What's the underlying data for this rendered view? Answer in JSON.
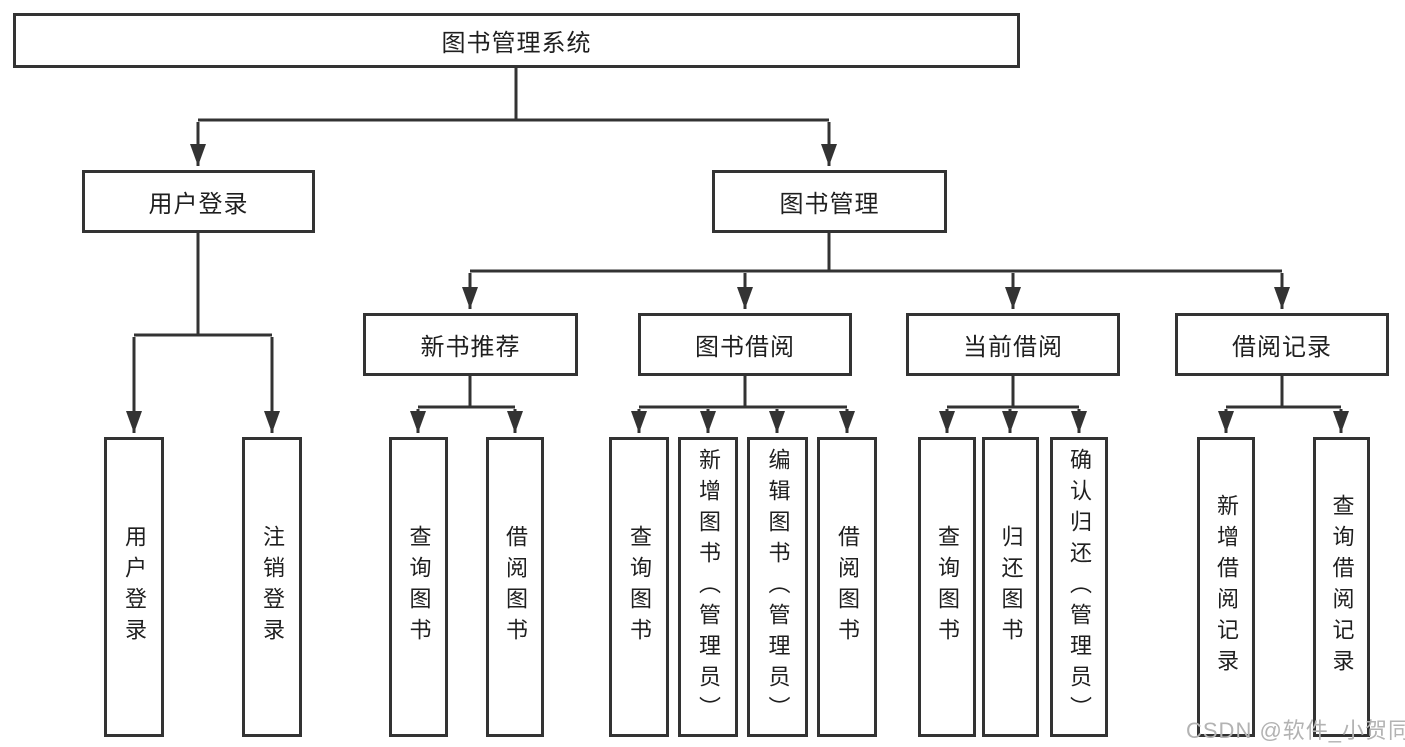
{
  "colors": {
    "line": "#333333",
    "box_border": "#333333",
    "box_bg": "#ffffff",
    "text": "#1f1f1f",
    "watermark": "#b3b3b3",
    "page_bg": "#ffffff"
  },
  "watermark": {
    "text": "CSDN @软件_小贺同学"
  },
  "chart_type": "tree-diagram",
  "tree": {
    "label": "图书管理系统",
    "children": [
      {
        "label": "用户登录",
        "children": [
          {
            "label": "用户登录"
          },
          {
            "label": "注销登录"
          }
        ]
      },
      {
        "label": "图书管理",
        "children": [
          {
            "label": "新书推荐",
            "children": [
              {
                "label": "查询图书"
              },
              {
                "label": "借阅图书"
              }
            ]
          },
          {
            "label": "图书借阅",
            "children": [
              {
                "label": "查询图书"
              },
              {
                "label": "新增图书（管理员）"
              },
              {
                "label": "编辑图书（管理员）"
              },
              {
                "label": "借阅图书"
              }
            ]
          },
          {
            "label": "当前借阅",
            "children": [
              {
                "label": "查询图书"
              },
              {
                "label": "归还图书"
              },
              {
                "label": "确认归还（管理员）"
              }
            ]
          },
          {
            "label": "借阅记录",
            "children": [
              {
                "label": "新增借阅记录"
              },
              {
                "label": "查询借阅记录"
              }
            ]
          }
        ]
      }
    ]
  }
}
